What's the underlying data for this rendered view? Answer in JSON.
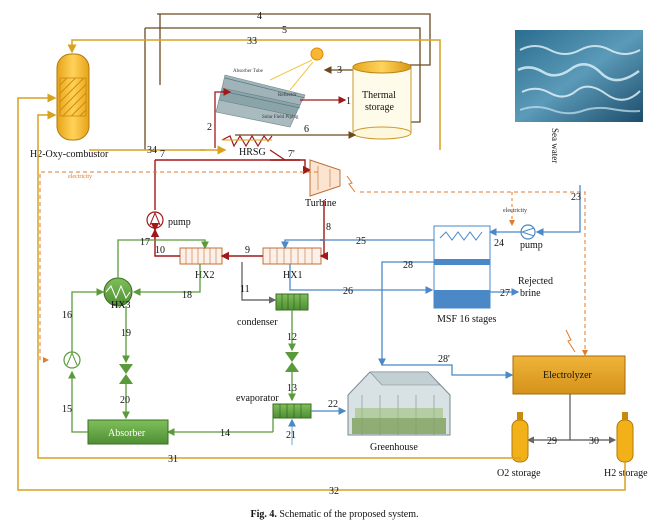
{
  "caption": {
    "prefix": "Fig. 4.",
    "text": "Schematic of the proposed system."
  },
  "components": {
    "combustor": "H2-Oxy-combustor",
    "hrsg": "HRSG",
    "turbine": "Turbine",
    "thermal_storage_1": "Thermal",
    "thermal_storage_2": "storage",
    "absorber_tube": "Absorber Tube",
    "reflector": "Reflector",
    "solar_field_piping": "Solar Field Piping",
    "pump_top": "pump",
    "hx1": "HX1",
    "hx2": "HX2",
    "hx3": "HX3",
    "condenser": "condenser",
    "evaporator": "evaporator",
    "absorber": "Absorber",
    "greenhouse": "Greenhouse",
    "electrolyzer": "Electrolyzer",
    "o2_storage": "O2 storage",
    "h2_storage": "H2 storage",
    "msf": "MSF 16 stages",
    "rejected_brine_1": "Rejected",
    "rejected_brine_2": "brine",
    "sea_water": "Sea water",
    "pump_right": "pump",
    "electricity_left": "electricity",
    "electricity_right": "electricity"
  },
  "streams": {
    "s1": "1",
    "s2": "2",
    "s3": "3",
    "s4": "4",
    "s5": "5",
    "s6": "6",
    "s7": "7",
    "s7p": "7'",
    "s8": "8",
    "s9": "9",
    "s10": "10",
    "s11": "11",
    "s12": "12",
    "s13": "13",
    "s14": "14",
    "s15": "15",
    "s16": "16",
    "s17": "17",
    "s18": "18",
    "s19": "19",
    "s20": "20",
    "s21": "21",
    "s22": "22",
    "s23": "23",
    "s24": "24",
    "s25": "25",
    "s26": "26",
    "s27": "27",
    "s28": "28",
    "s28p": "28'",
    "s29": "29",
    "s30": "30",
    "s31": "31",
    "s32": "32",
    "s33": "33",
    "s34": "34"
  },
  "colors": {
    "gold": "#d9a21e",
    "brown": "#6b4a1f",
    "darkred": "#8b1a1a",
    "blue": "#4a88c7",
    "green": "#5a9a3a",
    "orange": "#e07b2c",
    "grey": "#777777"
  }
}
